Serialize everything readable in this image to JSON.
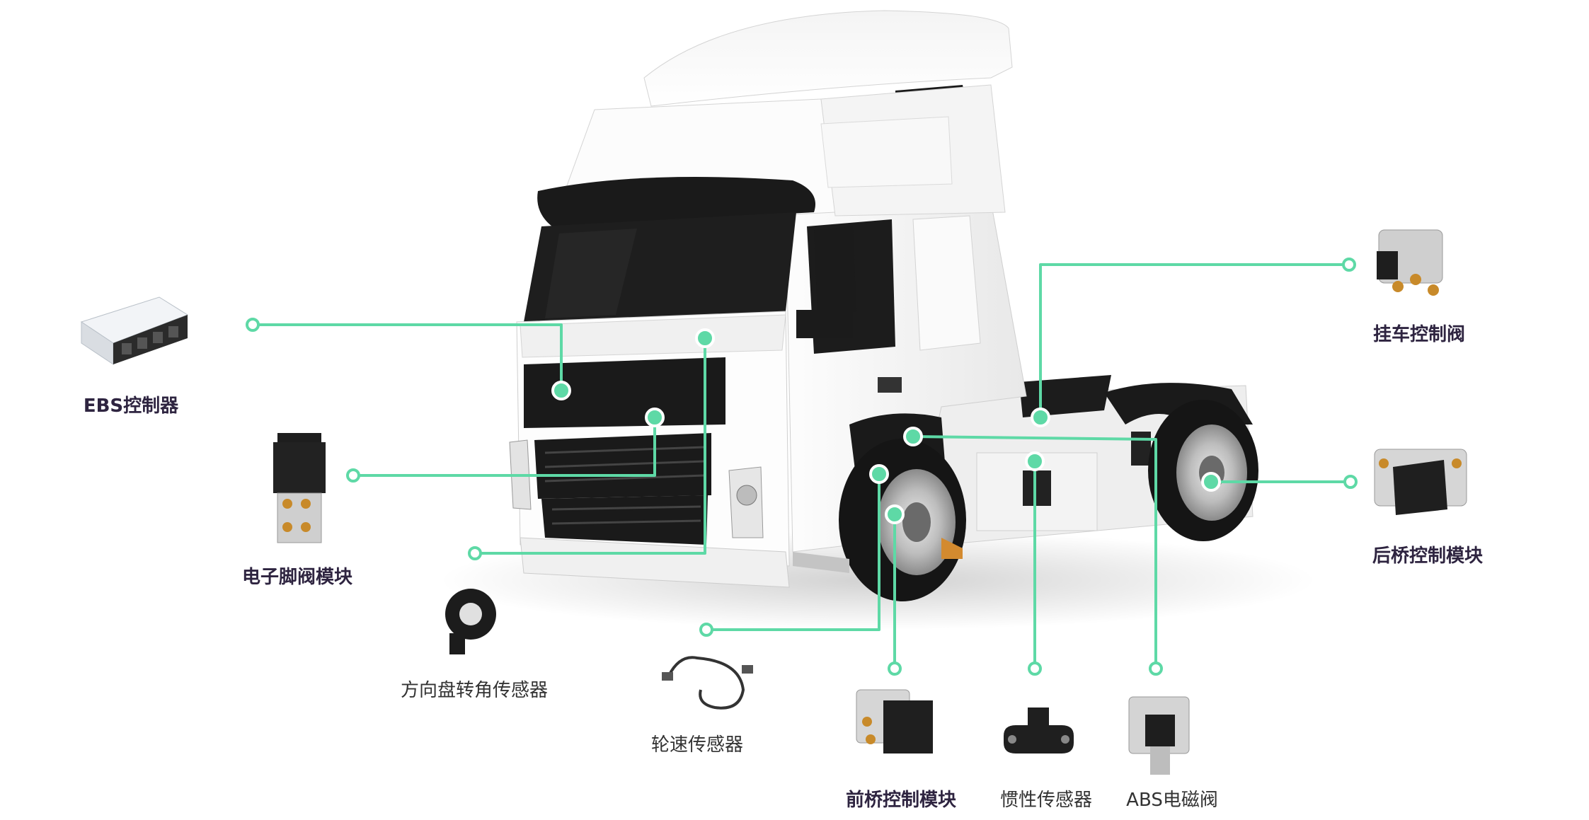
{
  "colors": {
    "accent": "#5ed9a6",
    "label_dark": "#2e2440",
    "label_normal": "#333333",
    "truck_body": "#ffffff",
    "truck_dark": "#141414"
  },
  "components": [
    {
      "id": "ebs-controller",
      "label": "EBS控制器",
      "bold": true
    },
    {
      "id": "electronic-foot-valve",
      "label": "电子脚阀模块",
      "bold": true
    },
    {
      "id": "steering-angle-sensor",
      "label": "方向盘转角传感器",
      "bold": false
    },
    {
      "id": "wheel-speed-sensor",
      "label": "轮速传感器",
      "bold": false
    },
    {
      "id": "front-axle-module",
      "label": "前桥控制模块",
      "bold": true
    },
    {
      "id": "inertial-sensor",
      "label": "惯性传感器",
      "bold": false
    },
    {
      "id": "abs-solenoid-valve",
      "label": "ABS电磁阀",
      "bold": false
    },
    {
      "id": "trailer-control-valve",
      "label": "挂车控制阀",
      "bold": true
    },
    {
      "id": "rear-axle-module",
      "label": "后桥控制模块",
      "bold": true
    }
  ]
}
